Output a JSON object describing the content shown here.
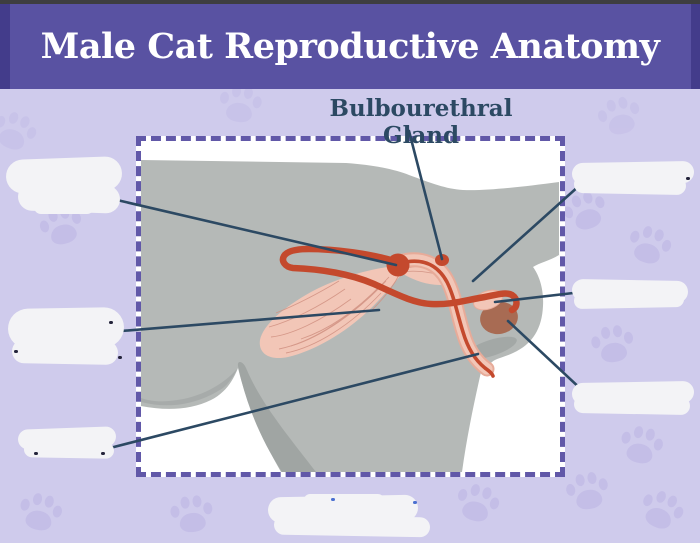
{
  "banner": {
    "title": "Male Cat Reproductive Anatomy"
  },
  "diagram": {
    "visible_label": {
      "text": "Bulbourethral Gland"
    },
    "erased_labels": [
      {
        "id": "left-top",
        "text": ""
      },
      {
        "id": "left-middle",
        "text": ""
      },
      {
        "id": "left-bottom",
        "text": ""
      },
      {
        "id": "right-top",
        "text": ""
      },
      {
        "id": "right-middle",
        "text": ""
      },
      {
        "id": "right-bottom",
        "text": ""
      },
      {
        "id": "bottom-center",
        "text": ""
      }
    ],
    "illustration_parts": [
      "cat-body-silhouette",
      "bladder",
      "ductus-deferens-loop",
      "bulbourethral-gland",
      "urethra",
      "testicle",
      "epididymis"
    ]
  },
  "colors": {
    "bg": "#cfcbec",
    "topstrip": "#3e3e40",
    "botstrip": "#fdfdfe",
    "banner": "#5952a2",
    "banneredge": "#433c8b",
    "frame": "#6158a8",
    "slate": "#2c4963",
    "paw": "#c4bee7",
    "body": "#b5b9b7",
    "shade": "#a0a5a3",
    "pink": "#f2c6b7",
    "pinkedge": "#e7ab99",
    "red": "#c4492d",
    "brown": "#a86b53"
  }
}
